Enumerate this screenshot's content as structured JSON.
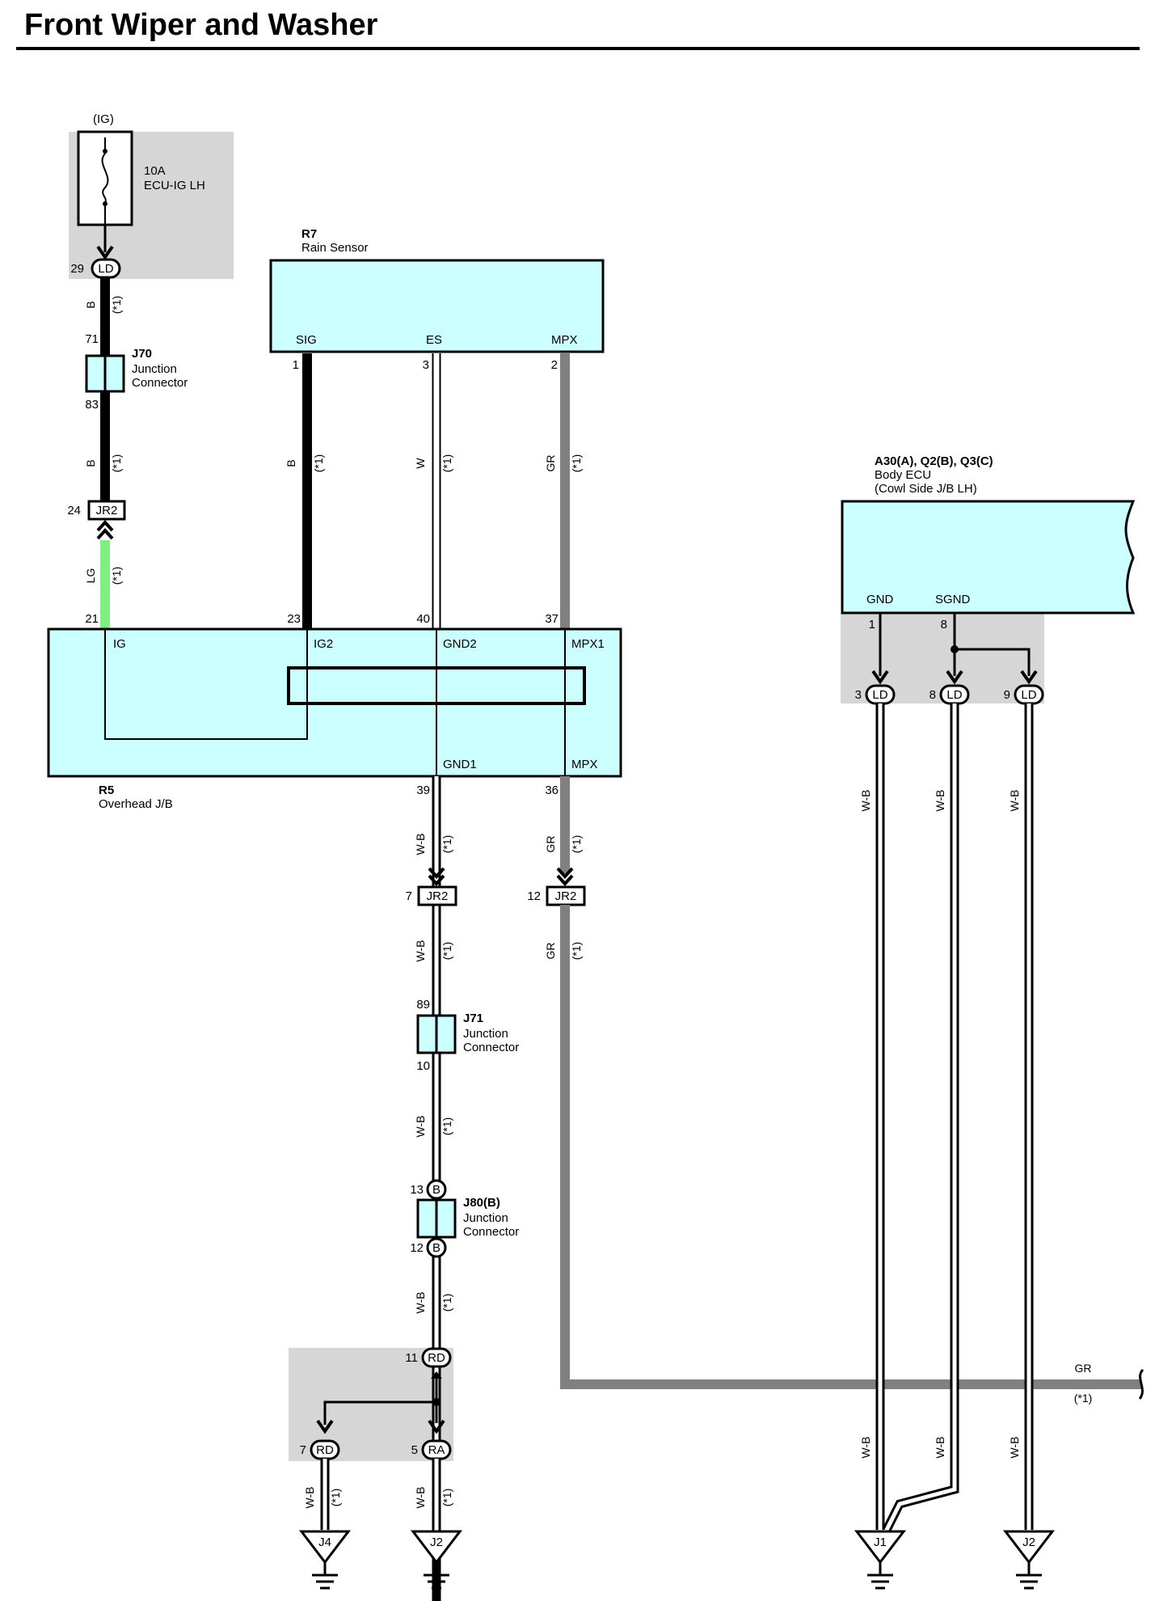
{
  "title": "Front Wiper and Washer",
  "colors": {
    "component_fill": "#ccffff",
    "shaded_area": "#d6d6d6",
    "wire_b": "#000000",
    "wire_w": "#ffffff",
    "wire_gr": "#808080",
    "wire_lg": "#80ee80",
    "wire_wb": "#ffffff"
  },
  "fuse": {
    "source": "(IG)",
    "rating": "10A",
    "name": "ECU-IG LH"
  },
  "components": {
    "rain_sensor": {
      "id": "R7",
      "name": "Rain Sensor",
      "pins": {
        "sig": "SIG",
        "es": "ES",
        "mpx": "MPX"
      }
    },
    "overhead_jb": {
      "id": "R5",
      "name": "Overhead J/B",
      "pins": {
        "ig": "IG",
        "ig2": "IG2",
        "gnd2": "GND2",
        "mpx1": "MPX1",
        "gnd1": "GND1",
        "mpx": "MPX"
      }
    },
    "body_ecu": {
      "id": "A30(A), Q2(B), Q3(C)",
      "name": "Body ECU",
      "sub": "(Cowl Side J/B LH)",
      "pins": {
        "gnd": "GND",
        "sgnd": "SGND"
      }
    },
    "j70": {
      "id": "J70",
      "line1": "Junction",
      "line2": "Connector"
    },
    "j71": {
      "id": "J71",
      "line1": "Junction",
      "line2": "Connector"
    },
    "j80": {
      "id": "J80(B)",
      "line1": "Junction",
      "line2": "Connector"
    }
  },
  "connectors": {
    "ld": "LD",
    "jr2": "JR2",
    "rd": "RD",
    "ra": "RA",
    "b": "B"
  },
  "wire_codes": {
    "b": "B",
    "w": "W",
    "gr": "GR",
    "lg": "LG",
    "wb": "W-B",
    "note": "(*1)"
  },
  "pins": {
    "p29": "29",
    "p71": "71",
    "p83": "83",
    "p24": "24",
    "p21": "21",
    "p23": "23",
    "p40": "40",
    "p37": "37",
    "p1": "1",
    "p3": "3",
    "p2": "2",
    "p39": "39",
    "p36": "36",
    "p7": "7",
    "p12": "12",
    "p89": "89",
    "p10": "10",
    "p13": "13",
    "p12b": "12",
    "p11": "11",
    "p7b": "7",
    "p5": "5",
    "e1": "1",
    "e8": "8",
    "e3": "3",
    "e8b": "8",
    "e9": "9"
  },
  "grounds": {
    "j4": "J4",
    "j2a": "J2",
    "j1": "J1",
    "j2b": "J2"
  }
}
